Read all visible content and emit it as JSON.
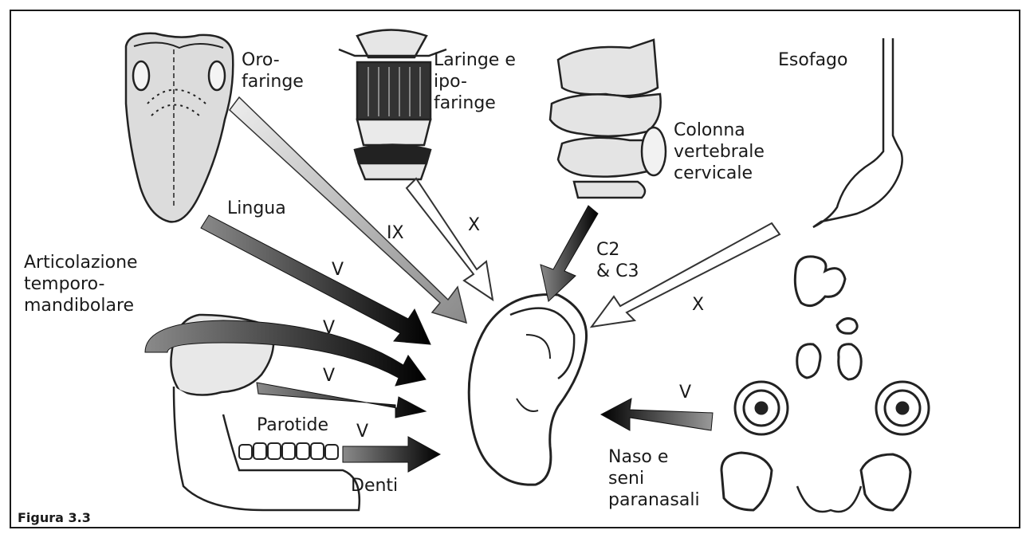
{
  "figure_label": "Figura 3.3",
  "labels": {
    "orofaringe": "Oro-\nfaringe",
    "laringe": "Laringe e\nipo-\nfaringe",
    "esofago": "Esofago",
    "colonna": "Colonna\nvertebrale\ncervicale",
    "lingua": "Lingua",
    "articolazione": "Articolazione\ntemporo-\nmandibolare",
    "parotide": "Parotide",
    "denti": "Denti",
    "naso": "Naso e\nseni\nparanasali"
  },
  "nerves": {
    "orofaringe": "IX",
    "laringe": "X",
    "colonna": "C2\n& C3",
    "esofago": "X",
    "lingua": "V",
    "articolazione": "V",
    "parotide": "V",
    "denti": "V",
    "naso": "V"
  }
}
